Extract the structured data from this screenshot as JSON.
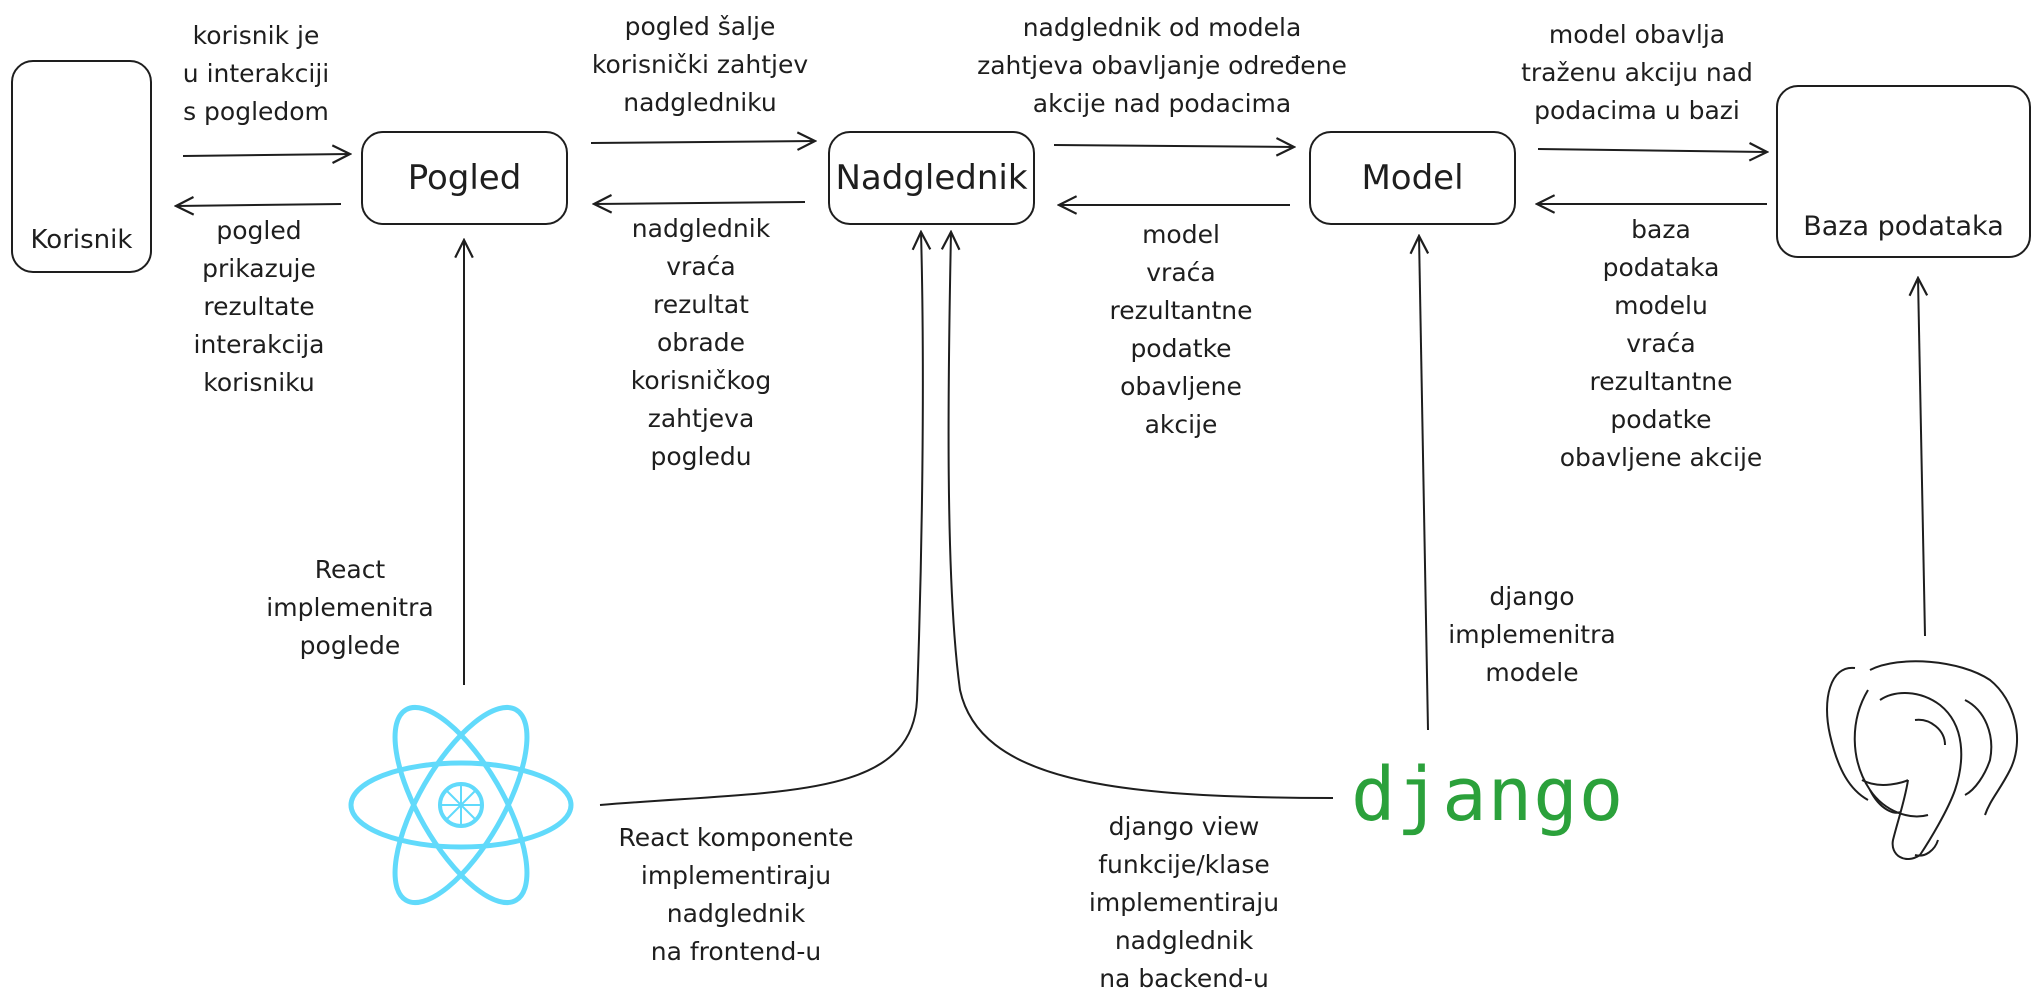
{
  "nodes": {
    "user": "Korisnik",
    "view": "Pogled",
    "controller": "Nadglednik",
    "model": "Model",
    "db": "Baza podataka"
  },
  "labels": {
    "user_to_view": "korisnik je\nu interakciji\ns pogledom",
    "view_to_user": "pogled\nprikazuje\nrezultate\ninterakcija\nkorisniku",
    "view_to_controller": "pogled šalje\nkorisnički zahtjev\nnadgledniku",
    "controller_to_view": "nadglednik\nvraća\nrezultat\nobrade\nkorisničkog\nzahtjeva\npogledu",
    "controller_to_model": "nadglednik od modela\nzahtjeva obavljanje određene\nakcije nad podacima",
    "model_to_controller": "model\nvraća\nrezultantne\npodatke\nobavljene\nakcije",
    "model_to_db": "model obavlja\ntraženu akciju nad\npodacima u bazi",
    "db_to_model": "baza\npodataka\nmodelu\nvraća\nrezultantne\npodatke\nobavljene akcije",
    "react_views": "React\nimplemenitra\npoglede",
    "react_components": "React komponente\nimplementiraju\nnadglednik\nna frontend-u",
    "django_models": "django\nimplemenitra\nmodele",
    "django_views": "django view\nfunkcije/klase\nimplementiraju\nnadglednik\nna backend-u"
  },
  "logos": {
    "react": "react-logo",
    "django": "django",
    "postgres": "postgresql-elephant-logo"
  },
  "colors": {
    "react": "#61dafb",
    "django": "#2ba13b",
    "stroke": "#1e1e1e"
  }
}
